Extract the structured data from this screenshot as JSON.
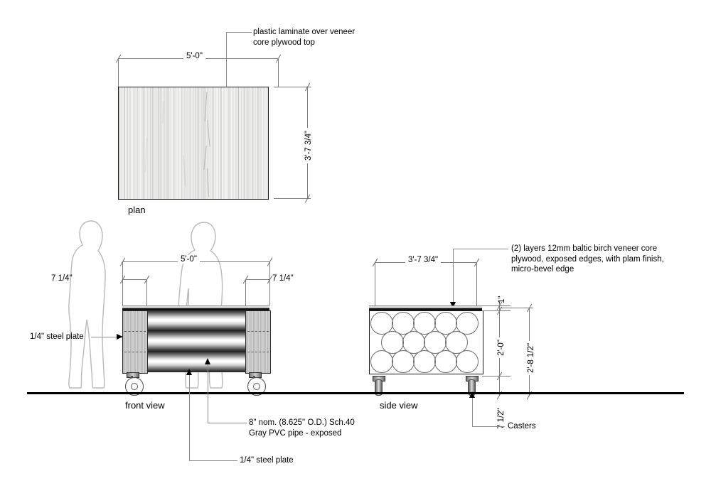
{
  "drawing": {
    "title": "mobile PVC pipe storage cart shop drawing",
    "background_color": "#ffffff",
    "line_color": "#7d7d7d",
    "ink_color": "#000000"
  },
  "views": {
    "plan": {
      "label": "plan"
    },
    "front": {
      "label": "front view"
    },
    "side": {
      "label": "side view"
    }
  },
  "dimensions": {
    "plan_width": "5'-0\"",
    "plan_depth": "3'-7 3/4\"",
    "front_overall_width": "5'-0\"",
    "front_left_offset": "7 1/4\"",
    "front_right_offset": "7 1/4\"",
    "side_width": "3'-7 3/4\"",
    "top_thickness": "1\"",
    "body_height": "2'-0\"",
    "caster_height": "7 1/2\"",
    "overall_height": "2'-8 1/2\""
  },
  "annotations": {
    "plan_top": "plastic laminate over veneer\ncore plywood top",
    "side_top": "(2) layers 12mm baltic birch veneer core\nplywood, exposed edges, with plam finish,\nmicro-bevel edge",
    "steel_plate_left": "1/4\" steel plate",
    "pipe": "8\" nom. (8.625\" O.D.) Sch.40\nGray PVC pipe - exposed",
    "steel_plate_bottom": "1/4\" steel plate",
    "casters": "Casters"
  },
  "side_view_pipe_rows": [
    5,
    4,
    5
  ],
  "front_view_pipe_count": 3
}
